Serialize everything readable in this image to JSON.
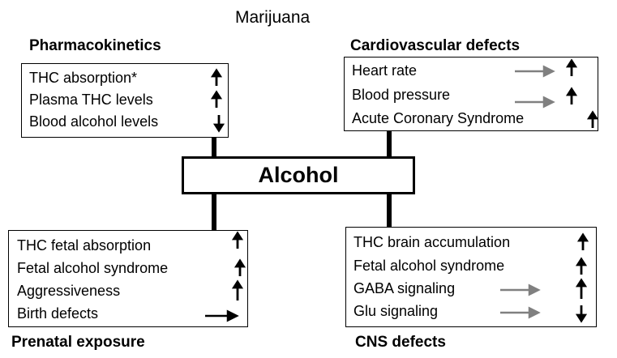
{
  "title": "Marijuana",
  "center": "Alcohol",
  "panels": {
    "pharmacokinetics": {
      "heading": "Pharmacokinetics",
      "items": [
        {
          "label": "THC absorption*",
          "icon": "arrow-up-icon"
        },
        {
          "label": "Plasma THC levels",
          "icon": "arrow-up-icon"
        },
        {
          "label": "Blood alcohol levels",
          "icon": "arrow-down-icon"
        }
      ]
    },
    "cardiovascular": {
      "heading": "Cardiovascular defects",
      "items": [
        {
          "label": "Heart rate",
          "icon": "gray-right-arrow-and-up-arrow"
        },
        {
          "label": "Blood pressure",
          "icon": "gray-right-arrow-and-up-arrow"
        },
        {
          "label": "Acute Coronary Syndrome",
          "icon": "arrow-up-icon"
        }
      ]
    },
    "prenatal": {
      "heading": "Prenatal exposure",
      "items": [
        {
          "label": "THC fetal absorption",
          "icon": "arrow-up-icon"
        },
        {
          "label": "Fetal alcohol syndrome",
          "icon": "arrow-up-icon"
        },
        {
          "label": "Aggressiveness",
          "icon": "arrow-up-icon"
        },
        {
          "label": "Birth defects",
          "icon": "arrow-right-icon"
        }
      ]
    },
    "cns": {
      "heading": "CNS defects",
      "items": [
        {
          "label": "THC brain accumulation",
          "icon": "arrow-up-icon"
        },
        {
          "label": "Fetal alcohol syndrome",
          "icon": "arrow-up-icon"
        },
        {
          "label": "GABA signaling",
          "icon": "gray-right-arrow-and-up-arrow"
        },
        {
          "label": "Glu signaling",
          "icon": "gray-right-arrow-and-down-arrow"
        }
      ]
    }
  },
  "colors": {
    "arrow_black": "#000000",
    "arrow_gray": "#808080"
  }
}
